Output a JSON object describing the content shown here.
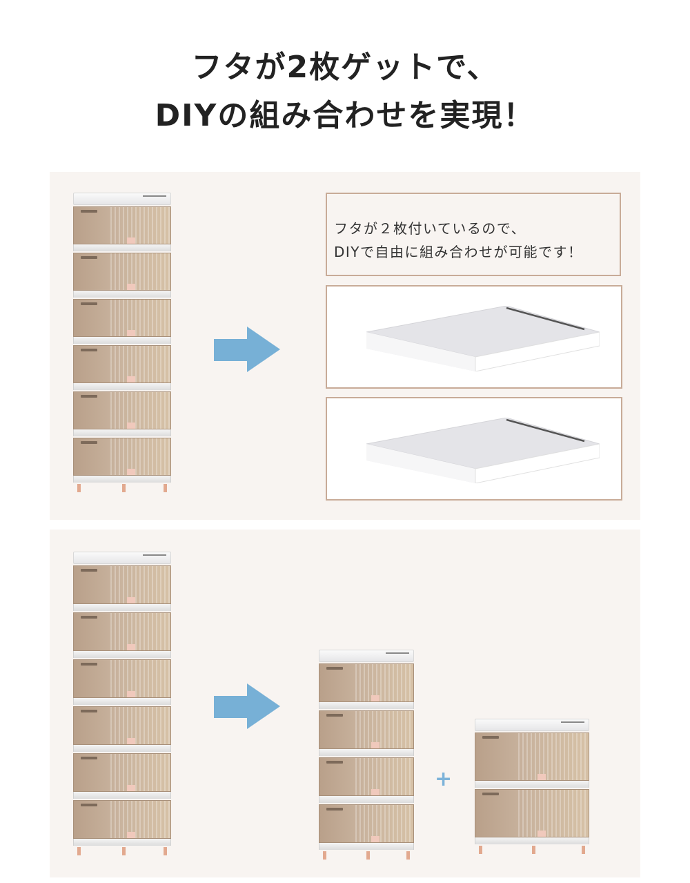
{
  "headline": {
    "line1": "フタが2枚ゲットで、",
    "line2": "DIYの組み合わせを実現！",
    "underline_color": "#dcbba7"
  },
  "panel_top": {
    "description": {
      "line1": "フタが２枚付いているので、",
      "line2": "DIYで自由に組み合わせが可能です！"
    },
    "left_image": {
      "type": "storage-tower",
      "drawer_count": 6
    },
    "arrow_color": "#77b0d6",
    "lid_images": [
      {
        "type": "lid"
      },
      {
        "type": "lid"
      }
    ]
  },
  "panel_bottom": {
    "left_image": {
      "type": "storage-tower",
      "drawer_count": 6
    },
    "arrow_color": "#77b0d6",
    "result_images": [
      {
        "type": "storage-tower",
        "drawer_count": 4
      },
      {
        "type": "storage-tower",
        "drawer_count": 2
      }
    ],
    "plus_symbol": "+"
  },
  "colors": {
    "panel_bg": "#f8f4f1",
    "border": "#c8ab98",
    "accent_blue": "#77b0d6"
  }
}
